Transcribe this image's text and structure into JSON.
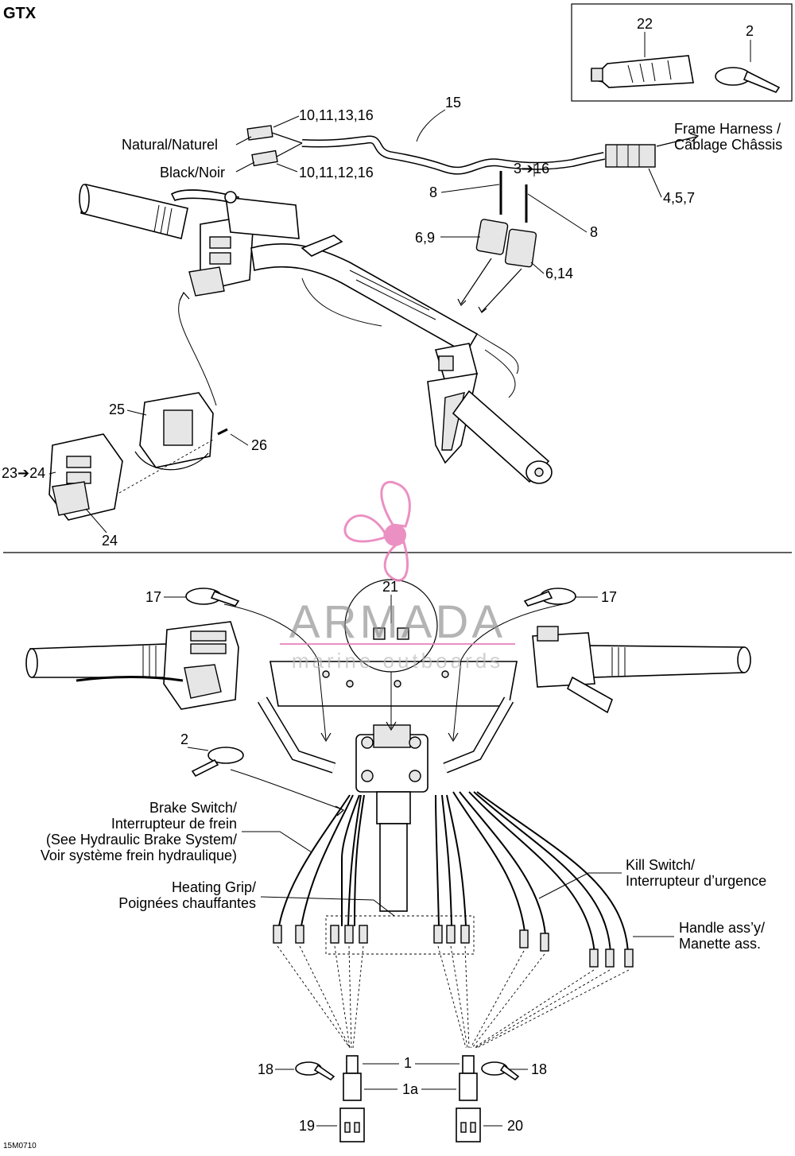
{
  "header": {
    "model": "GTX",
    "figure_code": "15M0710"
  },
  "watermark": {
    "brand": "ARMADA",
    "tagline": "marine outboards",
    "accent_color": "#e87db8"
  },
  "top_section": {
    "labels": {
      "callout_22": "22",
      "callout_2_inset": "2",
      "callout_15": "15",
      "connector_a_refs": "10,11,13,16",
      "natural": "Natural/Naturel",
      "black": "Black/Noir",
      "connector_b_refs": "10,11,12,16",
      "frame_harness_1": "Frame Harness /",
      "frame_harness_2": "Câblage Châssis",
      "range_3_16": "3➔16",
      "refs_4_5_7": "4,5,7",
      "callout_8a": "8",
      "callout_8b": "8",
      "refs_6_9": "6,9",
      "refs_6_14": "6,14",
      "callout_25": "25",
      "callout_26": "26",
      "range_23_24": "23➔24",
      "callout_24": "24"
    }
  },
  "bottom_section": {
    "labels": {
      "callout_17_left": "17",
      "callout_17_right": "17",
      "callout_21": "21",
      "callout_2": "2",
      "brake_1": "Brake Switch/",
      "brake_2": "Interrupteur de frein",
      "brake_3": "(See Hydraulic Brake System/",
      "brake_4": "Voir système frein hydraulique)",
      "heating_1": "Heating Grip/",
      "heating_2": "Poignées chauffantes",
      "kill_1": "Kill Switch/",
      "kill_2": "Interrupteur d’urgence",
      "handle_1": "Handle ass’y/",
      "handle_2": "Manette ass.",
      "callout_18_left": "18",
      "callout_18_right": "18",
      "callout_1": "1",
      "callout_1a": "1a",
      "callout_19": "19",
      "callout_20": "20"
    }
  }
}
